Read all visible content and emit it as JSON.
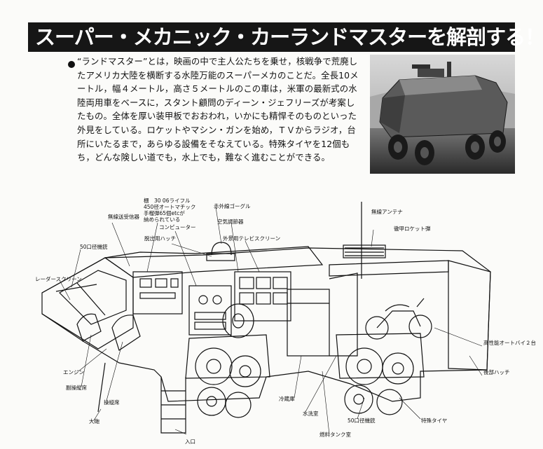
{
  "title": "スーパー・メカニック・カーランドマスターを解剖する！",
  "intro": "“ランドマスター”とは，映画の中で主人公たちを乗せ，核戦争で荒廃したアメリカ大陸を横断する水陸万能のスーパーメカのことだ。全長10メートル，幅４メートル，高さ５メートルのこの車は，米軍の最新式の水陸両用車をベースに，スタント顧問のディーン・ジェフリーズが考案したもの。全体を厚い装甲板でおおわれ，いかにも精悍そのものといった外見をしている。ロケットやマシン・ガンを始め，ＴＶからラジオ，台所にいたるまで，あらゆる設備をそなえている。特殊タイヤを12個もち，どんな険しい道でも，水上でも，難なく進むことができる。",
  "labels": {
    "gun_rack": "棚　30 06ライフル\n450径オートマチック\n手榴弾65個etcが\n納められている",
    "periscope": "赤外線ゴーグル",
    "radio": "無線送受信器",
    "computer": "コンピューター",
    "hatch": "脱出用ハッチ",
    "aircon": "空気調節器",
    "tv": "外景用テレビスクリーン",
    "antenna": "無線アンテナ",
    "rocket": "徹甲ロケット弾",
    "mg_left": "50口径機銃",
    "radar": "レーダースクリーン",
    "motorcycle": "高性能オートバイ２台",
    "rear_hatch": "後部ハッチ",
    "engine": "エンジン",
    "copilot": "副操縦席",
    "pilot": "操縦席",
    "cannon": "大砲",
    "fridge": "冷蔵庫",
    "washroom": "水洗室",
    "mg_bottom": "50口径機銃",
    "tire": "特殊タイヤ",
    "fuel": "燃料タンク室",
    "entrance": "入口"
  }
}
